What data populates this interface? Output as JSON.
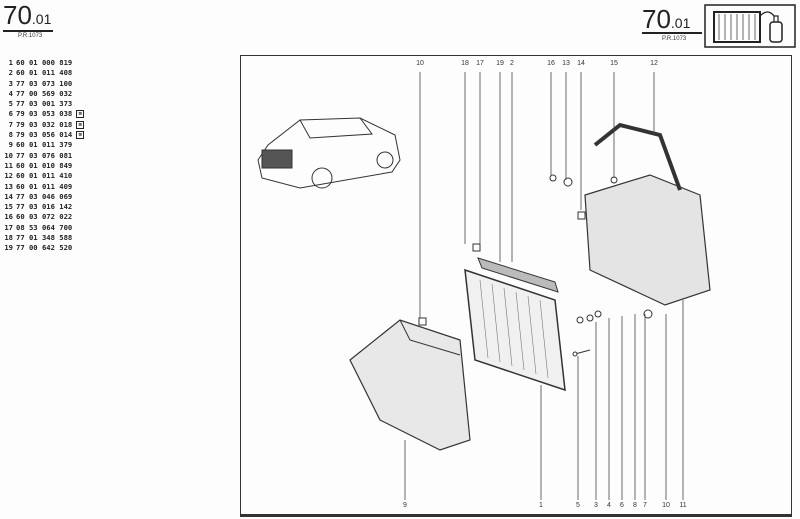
{
  "header_left": {
    "section_main": "70",
    "section_sub": ".01",
    "ref": "P.R.1073"
  },
  "header_right": {
    "section_main": "70",
    "section_sub": ".01",
    "ref": "P.R.1073"
  },
  "parts": [
    {
      "item": "1",
      "ref": "60 01 000 819",
      "flag": false
    },
    {
      "item": "2",
      "ref": "60 01 011 408",
      "flag": false
    },
    {
      "item": "3",
      "ref": "77 03 073 100",
      "flag": false
    },
    {
      "item": "4",
      "ref": "77 00 569 032",
      "flag": false
    },
    {
      "item": "5",
      "ref": "77 03 001 373",
      "flag": false
    },
    {
      "item": "6",
      "ref": "79 03 053 038",
      "flag": true
    },
    {
      "item": "7",
      "ref": "79 03 032 018",
      "flag": true
    },
    {
      "item": "8",
      "ref": "79 03 056 014",
      "flag": true
    },
    {
      "item": "9",
      "ref": "60 01 011 379",
      "flag": false
    },
    {
      "item": "10",
      "ref": "77 03 076 081",
      "flag": false
    },
    {
      "item": "11",
      "ref": "60 01 010 849",
      "flag": false
    },
    {
      "item": "12",
      "ref": "60 01 011 410",
      "flag": false
    },
    {
      "item": "13",
      "ref": "60 01 011 409",
      "flag": false
    },
    {
      "item": "14",
      "ref": "77 03 046 069",
      "flag": false
    },
    {
      "item": "15",
      "ref": "77 03 016 142",
      "flag": false
    },
    {
      "item": "16",
      "ref": "60 03 072 022",
      "flag": false
    },
    {
      "item": "17",
      "ref": "08 53 064 700",
      "flag": false
    },
    {
      "item": "18",
      "ref": "77 01 348 588",
      "flag": false
    },
    {
      "item": "19",
      "ref": "77 00 642 520",
      "flag": false
    }
  ],
  "flag_symbol": "⊠",
  "callouts_top": [
    "10",
    "18",
    "17",
    "19",
    "2",
    "16",
    "13",
    "14",
    "15",
    "12"
  ],
  "callouts_bottom": [
    "9",
    "1",
    "5",
    "3",
    "4",
    "6",
    "8",
    "7",
    "10",
    "11"
  ]
}
